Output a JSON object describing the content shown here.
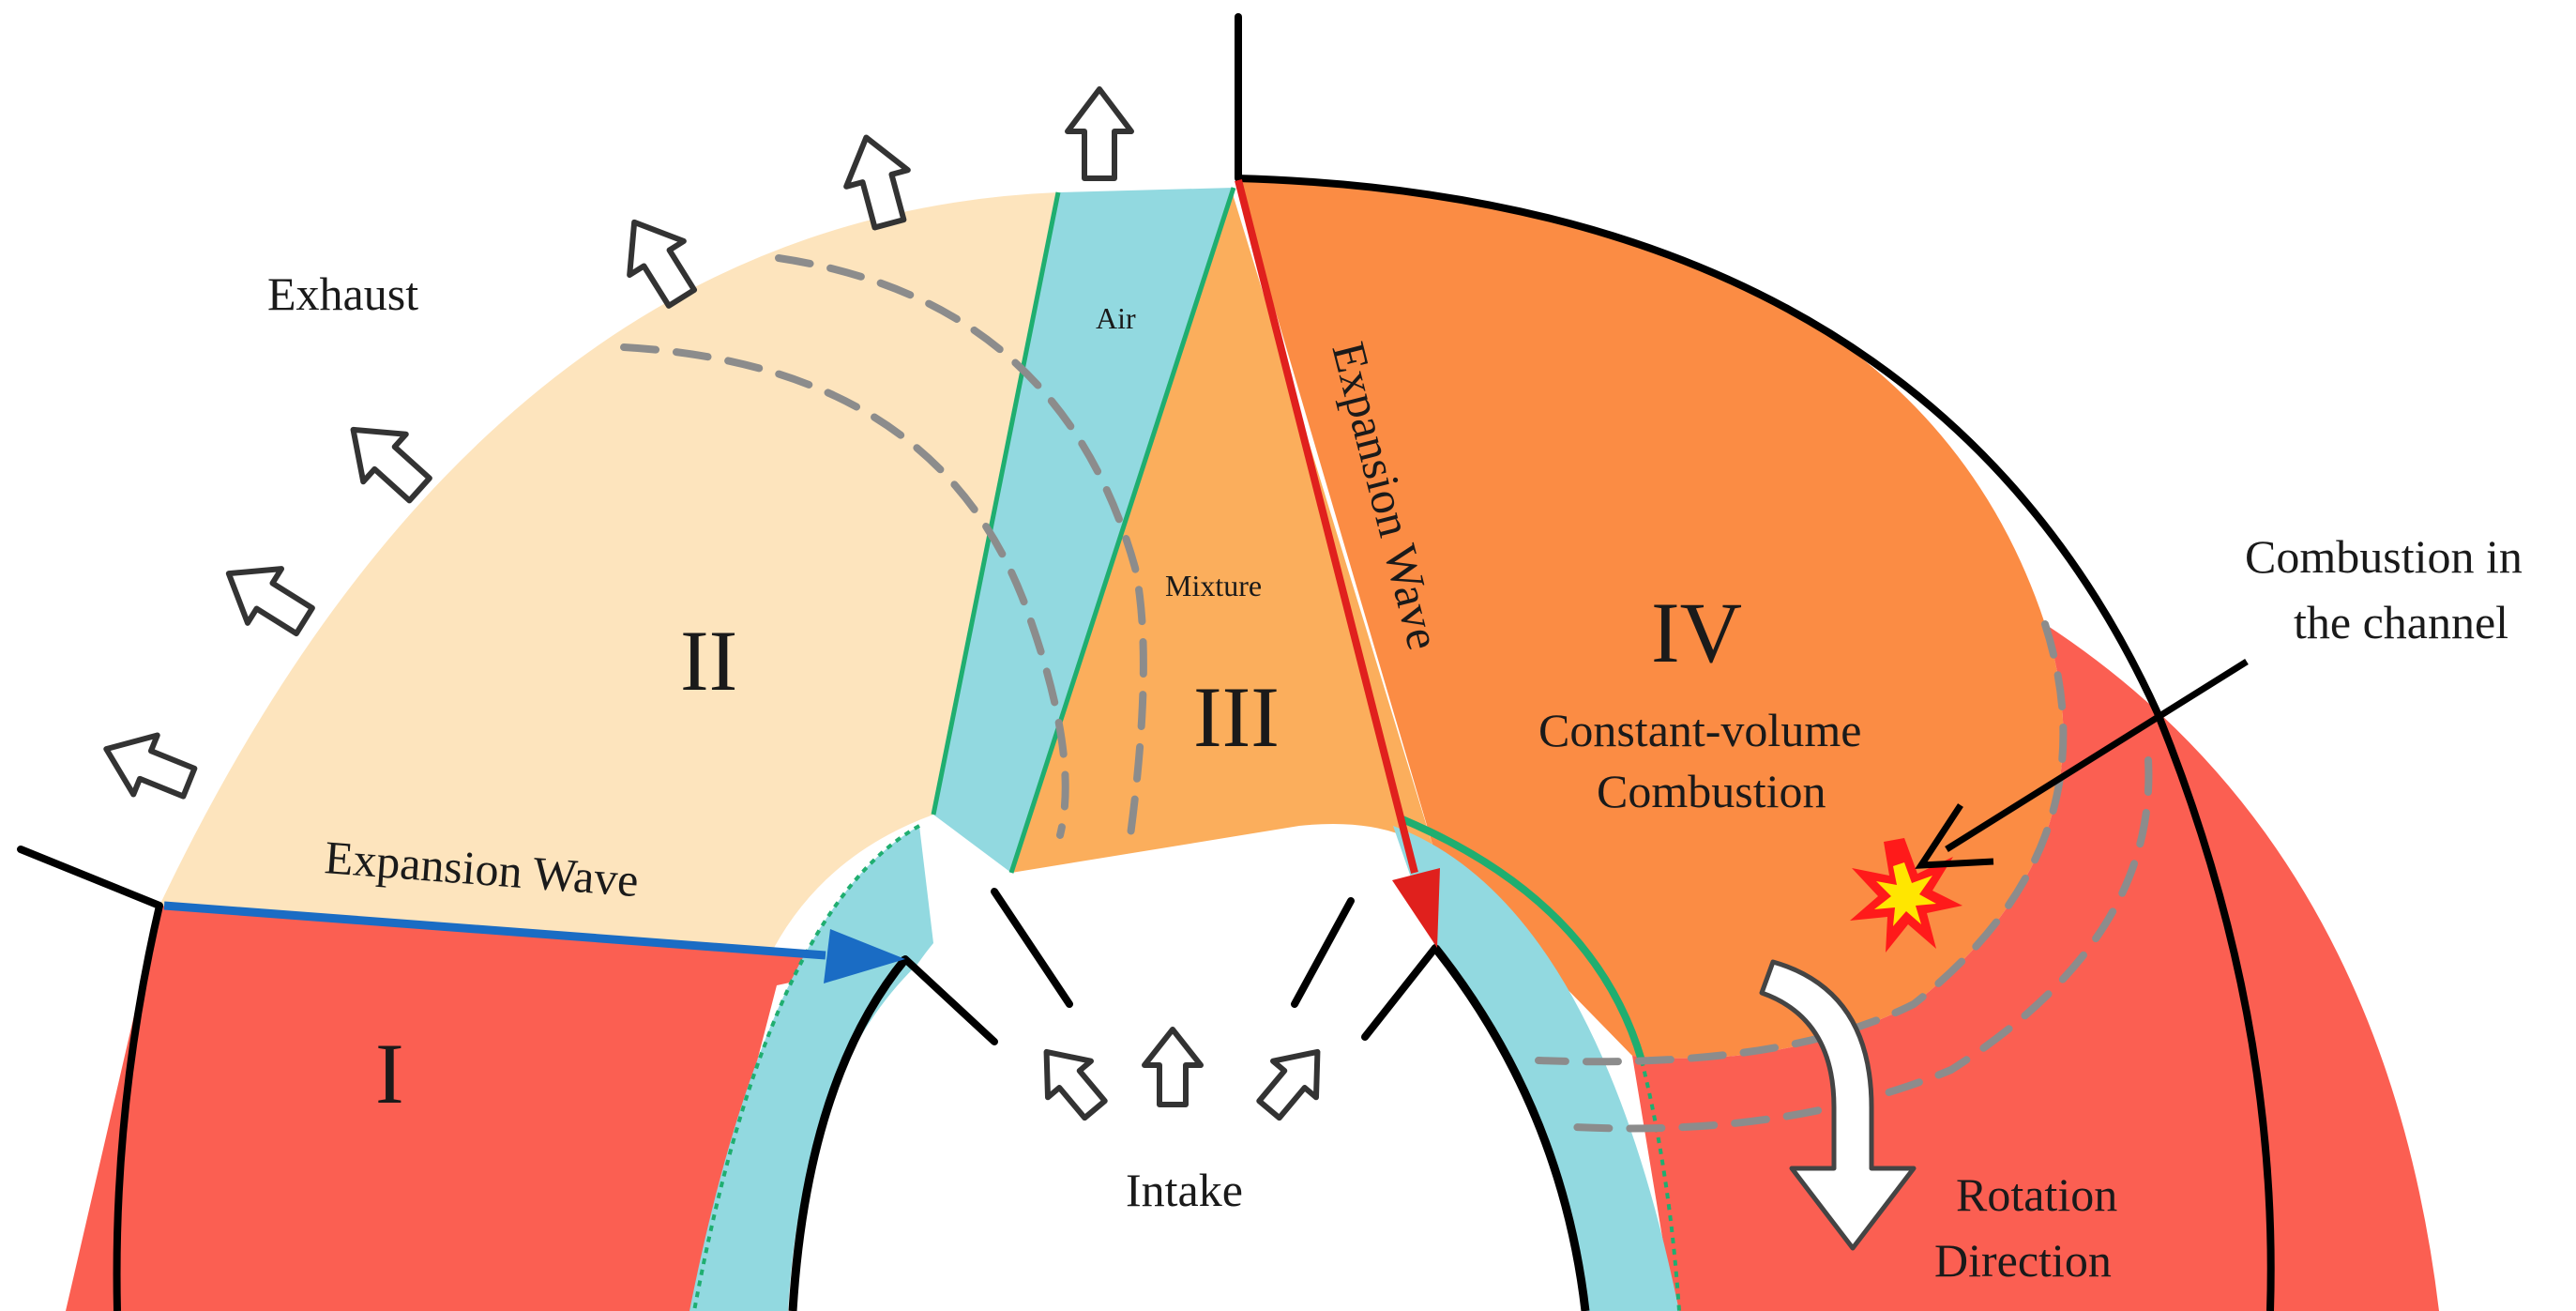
{
  "labels": {
    "exhaust": "Exhaust",
    "air": "Air",
    "mixture": "Mixture",
    "expansion_wave_top": "Expansion Wave",
    "expansion_wave_bottom": "Expansion Wave",
    "zone_1": "I",
    "zone_2": "II",
    "zone_3": "III",
    "zone_4": "IV",
    "constant_volume_line1": "Constant-volume",
    "constant_volume_line2": "Combustion",
    "combustion_channel_line1": "Combustion in",
    "combustion_channel_line2": "the channel",
    "intake": "Intake",
    "rotation_line1": "Rotation",
    "rotation_line2": "Direction"
  },
  "colors": {
    "zone_1_red": "#fb5f52",
    "zone_2_cream": "#fde4bd",
    "zone_3_orange": "#fbae5c",
    "zone_4_orange": "#fb8c44",
    "air_cyan": "#92d9e0",
    "boundary_green": "#1fae70",
    "expansion_blue": "#1a6cc4",
    "expansion_red": "#e0201d",
    "flame_yellow": "#ffe600"
  }
}
